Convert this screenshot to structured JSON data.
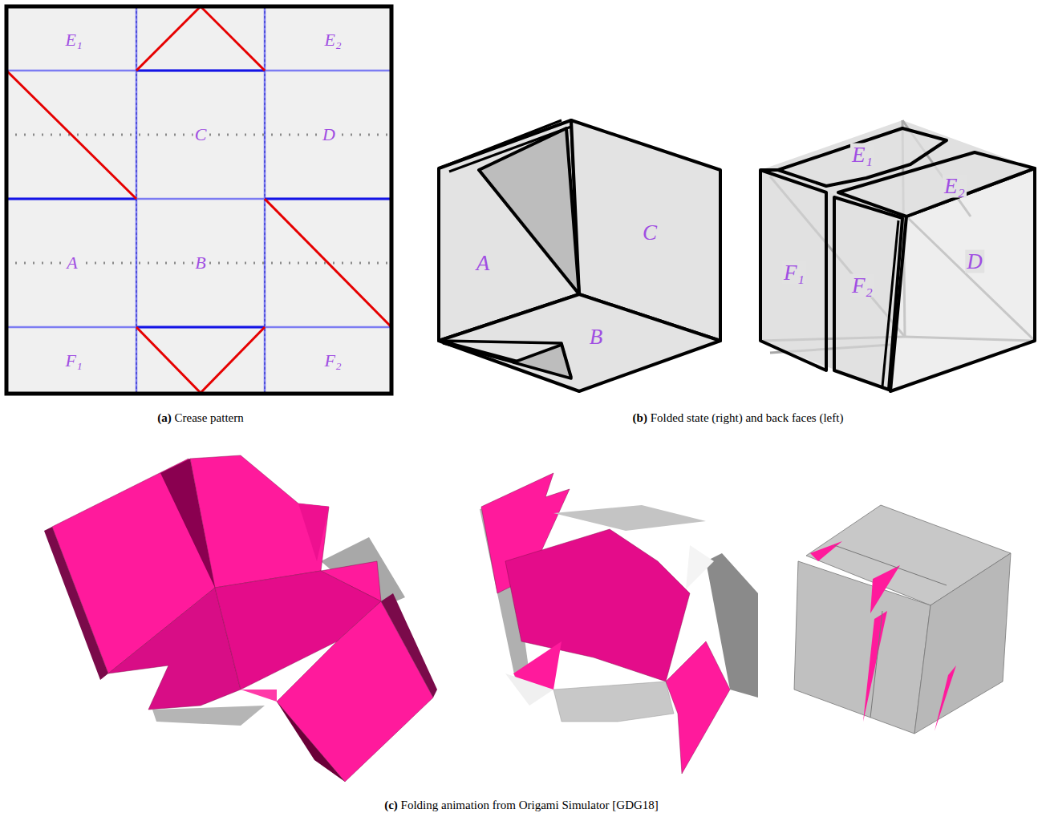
{
  "diagram": {
    "labels": [
      "E₁",
      "E₂",
      "C",
      "D",
      "A",
      "B",
      "F₁",
      "F₂",
      "A",
      "C",
      "B",
      "E₁",
      "E₂",
      "F₁",
      "F₂",
      "D",
      "(a) Crease pattern",
      "(b) Folded state (right) and back faces (left)",
      "(c) Folding animation from Origami Simulator [GDG18]"
    ]
  }
}
